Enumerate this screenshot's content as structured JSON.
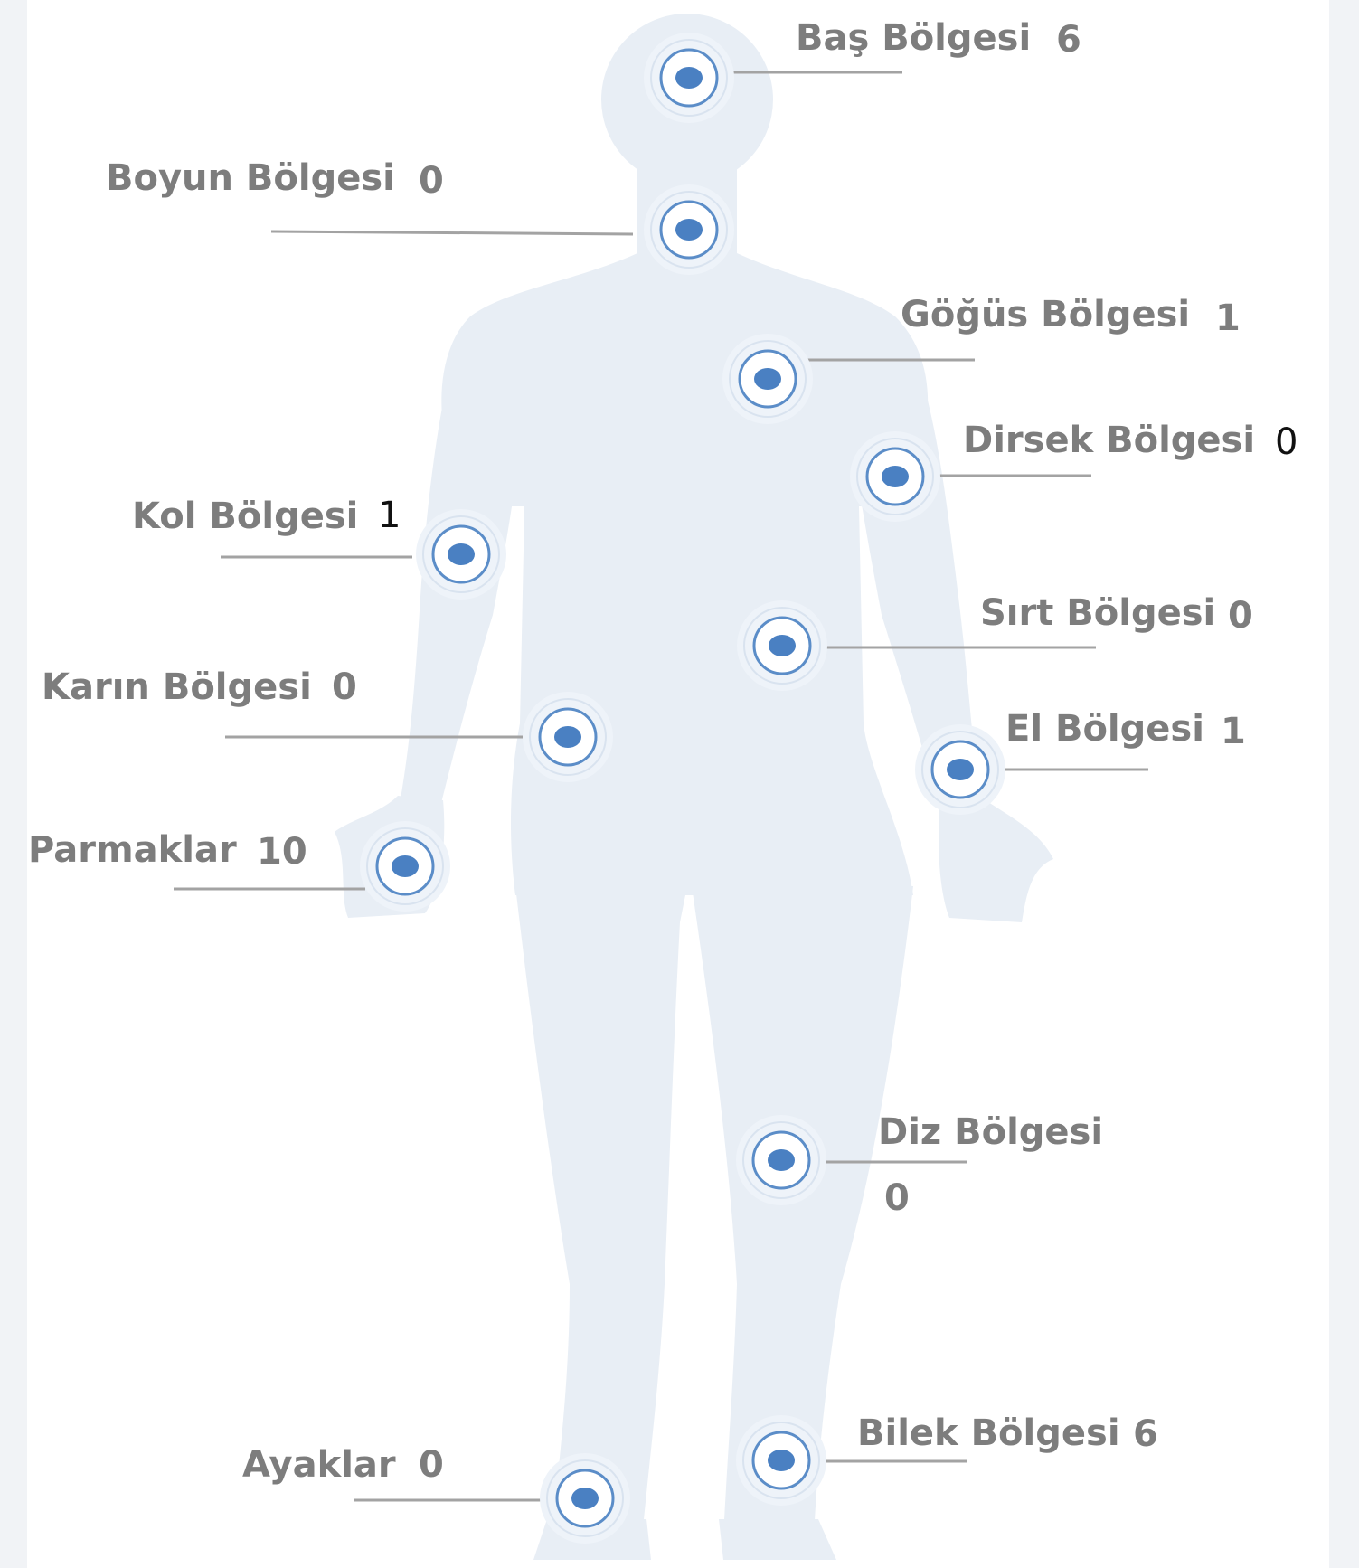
{
  "colors": {
    "background": "#ffffff",
    "body_silhouette": "#e8eef5",
    "marker_fill": "#4a80c2",
    "marker_ring": "#5b8dc8",
    "leader_line": "#a3a3a3",
    "label_text": "#7d7d7d",
    "count_text_alt": "#111111"
  },
  "regions": [
    {
      "id": "bas",
      "label": "Baş Bölgesi",
      "count": "6",
      "icon": "body-marker"
    },
    {
      "id": "boyun",
      "label": "Boyun Bölgesi",
      "count": "0",
      "icon": "body-marker"
    },
    {
      "id": "gogus",
      "label": "Göğüs Bölgesi",
      "count": "1",
      "icon": "body-marker"
    },
    {
      "id": "dirsek",
      "label": "Dirsek Bölgesi",
      "count": "0",
      "icon": "body-marker"
    },
    {
      "id": "kol",
      "label": "Kol Bölgesi",
      "count": "1",
      "icon": "body-marker"
    },
    {
      "id": "sirt",
      "label": "Sırt Bölgesi",
      "count": "0",
      "icon": "body-marker"
    },
    {
      "id": "karin",
      "label": "Karın Bölgesi",
      "count": "0",
      "icon": "body-marker"
    },
    {
      "id": "el",
      "label": "El Bölgesi",
      "count": "1",
      "icon": "body-marker"
    },
    {
      "id": "parmaklar",
      "label": "Parmaklar",
      "count": "10",
      "icon": "body-marker"
    },
    {
      "id": "diz",
      "label": "Diz Bölgesi",
      "count": "0",
      "icon": "body-marker"
    },
    {
      "id": "bilek",
      "label": "Bilek Bölgesi",
      "count": "6",
      "icon": "body-marker"
    },
    {
      "id": "ayaklar",
      "label": "Ayaklar",
      "count": "0",
      "icon": "body-marker"
    }
  ]
}
